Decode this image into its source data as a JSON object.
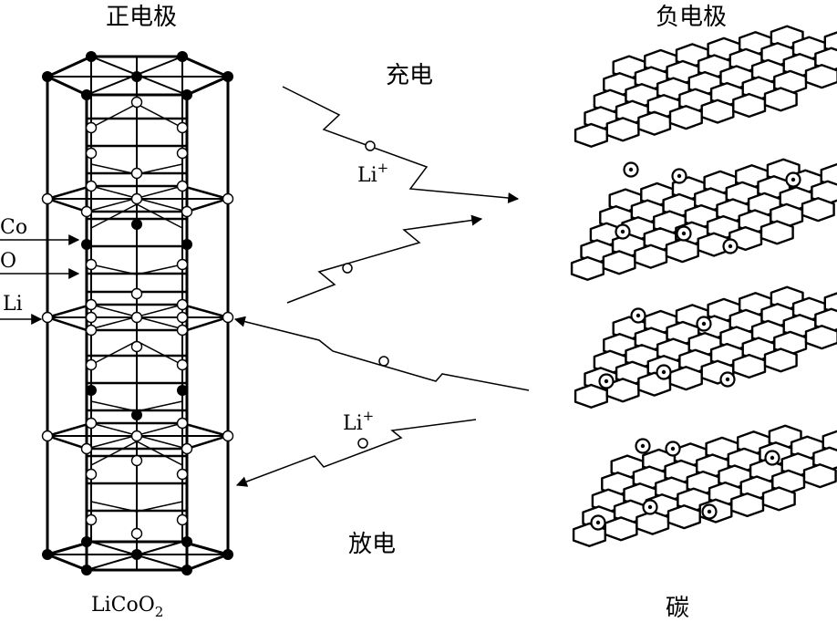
{
  "labels": {
    "positive_electrode": "正电极",
    "negative_electrode": "负电极",
    "charge": "充电",
    "discharge": "放电",
    "cathode_formula": {
      "base": "LiCoO",
      "sub": "2"
    },
    "anode_material": "碳",
    "ion": {
      "base": "Li",
      "sup": "+"
    },
    "legend_co": "Co",
    "legend_o": "O",
    "legend_li": "Li"
  }
}
